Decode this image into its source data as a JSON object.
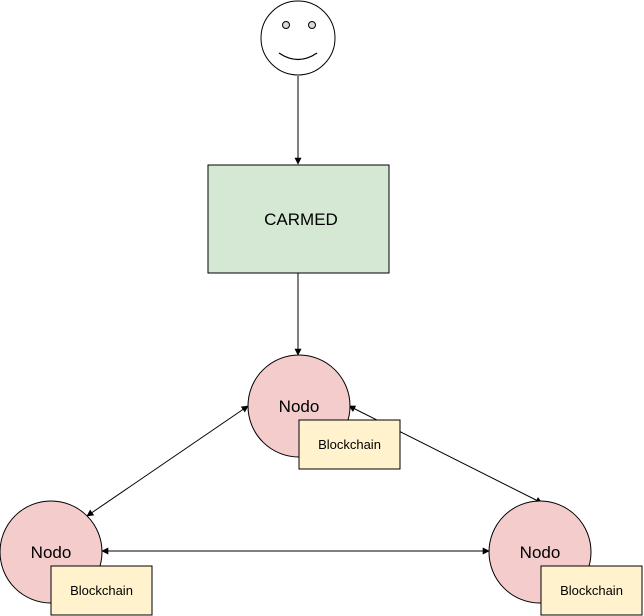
{
  "diagram": {
    "system_box": {
      "label": "CARMED"
    },
    "nodes": [
      {
        "label": "Nodo",
        "ledger_label": "Blockchain"
      },
      {
        "label": "Nodo",
        "ledger_label": "Blockchain"
      },
      {
        "label": "Nodo",
        "ledger_label": "Blockchain"
      }
    ],
    "colors": {
      "system_fill": "#d5e8d4",
      "node_fill": "#f4cccc",
      "ledger_fill": "#fff2cc",
      "user_fill": "#ffffff",
      "stroke": "#000000"
    },
    "icons": {
      "user": "smiley-face-icon"
    }
  }
}
